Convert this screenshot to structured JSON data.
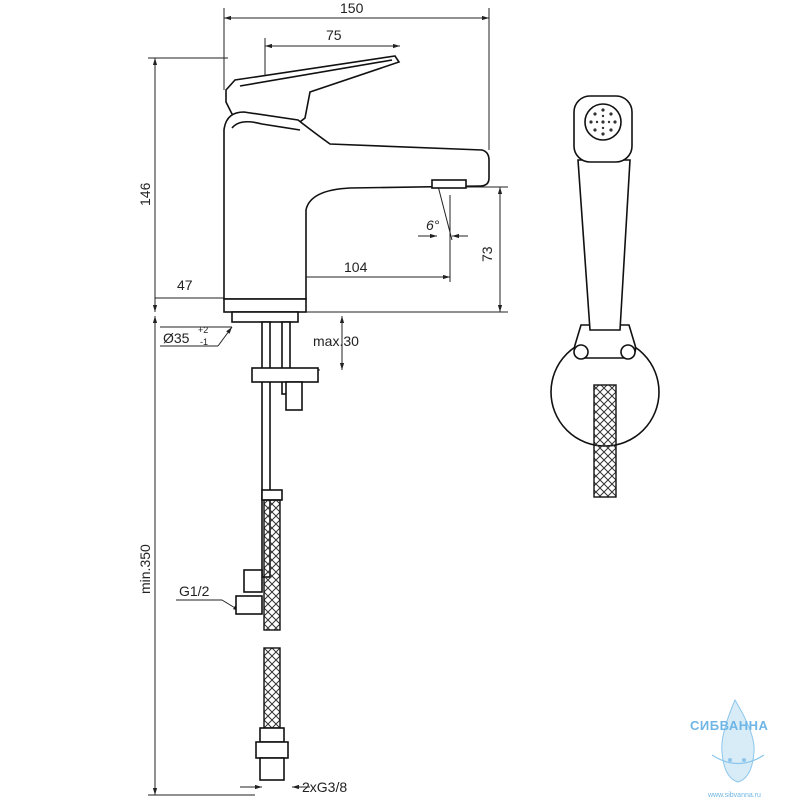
{
  "dimensions": {
    "width_total": "150",
    "width_handle": "75",
    "height_total": "146",
    "spout_height": "73",
    "spout_reach": "104",
    "base_offset": "47",
    "angle": "6°",
    "diameter": "Ø35",
    "tol_plus": "+2",
    "tol_minus": "-1",
    "max_deck": "max.30",
    "min_hose": "min.350",
    "thread_main": "G1/2",
    "thread_hoses": "2xG3/8"
  },
  "watermark": {
    "brand": "СИБВАННА",
    "url": "www.sibvanna.ru"
  },
  "colors": {
    "line": "#222222",
    "watermark": "#6fb6e6"
  }
}
